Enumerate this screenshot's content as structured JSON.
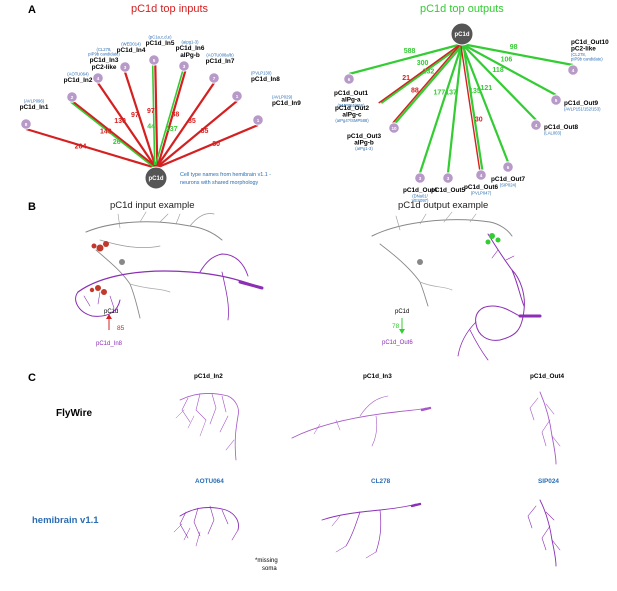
{
  "panels": {
    "a": "A",
    "b": "B",
    "c": "C"
  },
  "panel_a": {
    "inputs_title": "pC1d top inputs",
    "outputs_title": "pC1d top outputs",
    "center_label": "pC1d",
    "note_line1": "Cell type names from hemibrain v1.1 -",
    "note_line2": "neurons with shared morphology",
    "inputs": [
      {
        "name1": "pC1d_In1",
        "name2": "",
        "hb": "(AVLP096)",
        "count": "8",
        "red": "264",
        "green": ""
      },
      {
        "name1": "pC1d_In2",
        "name2": "",
        "hb": "(AOTU064)",
        "count": "2",
        "red": "149",
        "green": "26"
      },
      {
        "name1": "pC1d_In3",
        "name2": "pC2-like",
        "hb": "(CL278,",
        "hb2": "pIP9b candidate)",
        "count": "4",
        "red": "130",
        "green": ""
      },
      {
        "name1": "pC1d_In4",
        "name2": "",
        "hb": "(WED014)",
        "count": "3",
        "red": "97",
        "green": ""
      },
      {
        "name1": "pC1d_In5",
        "name2": "",
        "hb": "(pC1a,c,d,e)",
        "count": "5",
        "red": "97",
        "green": "44"
      },
      {
        "name1": "pC1d_In6",
        "name2": "aIPg-b",
        "hb": "(aIpg1-3)",
        "count": "3",
        "red": "88",
        "green": "137"
      },
      {
        "name1": "pC1d_In7",
        "name2": "",
        "hb": "(AOTU008a/b)",
        "count": "7",
        "red": "85",
        "green": ""
      },
      {
        "name1": "pC1d_In8",
        "name2": "",
        "hb": "(PVLP130)",
        "count": "1",
        "red": "85",
        "green": ""
      },
      {
        "name1": "pC1d_In9",
        "name2": "",
        "hb": "(AVLP029)",
        "count": "1",
        "red": "80",
        "green": ""
      }
    ],
    "outputs": [
      {
        "name1": "pC1d_Out1",
        "name2": "aIPg-a",
        "hb": "(SMP055/056)",
        "count": "6",
        "green": "588",
        "red": ""
      },
      {
        "name1": "pC1d_Out2",
        "name2": "aIPg-c",
        "hb": "(aIPg4?/SMP588)",
        "count": "",
        "green": "300",
        "red": "21"
      },
      {
        "name1": "pC1d_Out3",
        "name2": "aIPg-b",
        "hb": "(aIPg1-3)",
        "count": "10",
        "green": "232",
        "red": "88"
      },
      {
        "name1": "pC1d_Out4",
        "name2": "",
        "hb": "(DNa01/",
        "hb2": "VES097)",
        "count": "3",
        "green": "177",
        "red": ""
      },
      {
        "name1": "pC1d_Out5",
        "name2": "",
        "hb": "",
        "count": "3",
        "green": "137",
        "red": ""
      },
      {
        "name1": "pC1d_Out6",
        "name2": "",
        "hb": "(PVLP047)",
        "count": "4",
        "green": "135",
        "red": "30"
      },
      {
        "name1": "pC1d_Out7",
        "name2": "",
        "hb": "(SIP024)",
        "count": "6",
        "green": "121",
        "red": ""
      },
      {
        "name1": "pC1d_Out8",
        "name2": "",
        "hb": "(LAL003)",
        "count": "4",
        "green": "118",
        "red": ""
      },
      {
        "name1": "pC1d_Out9",
        "name2": "",
        "hb": "(AVLP151/152/153)",
        "count": "5",
        "green": "106",
        "red": ""
      },
      {
        "name1": "pC1d_Out10",
        "name2": "pC2-like",
        "hb": "(CL278,",
        "hb2": "pIP9b candidate)",
        "count": "4",
        "green": "98",
        "red": ""
      }
    ]
  },
  "panel_b": {
    "input_title": "pC1d input example",
    "output_title": "pC1d output example",
    "in_cell": "pC1d",
    "in_weight": "85",
    "in_partner": "pC1d_In8",
    "out_cell": "pC1d",
    "out_weight": "78",
    "out_partner": "pC1d_Out6"
  },
  "panel_c": {
    "row1": "FlyWire",
    "row2": "hemibrain v1.1",
    "cols_top": [
      "pC1d_In2",
      "pC1d_In3",
      "pC1d_Out4"
    ],
    "cols_bottom": [
      "AOTU064",
      "CL278",
      "SIP024"
    ],
    "missing_note1": "*missing",
    "missing_note2": "soma"
  },
  "colors": {
    "red": "#d42020",
    "green": "#33cc33",
    "node": "#b89ac8",
    "hub": "#555555",
    "purple": "#8b2fb5",
    "blue": "#2a6db3"
  }
}
